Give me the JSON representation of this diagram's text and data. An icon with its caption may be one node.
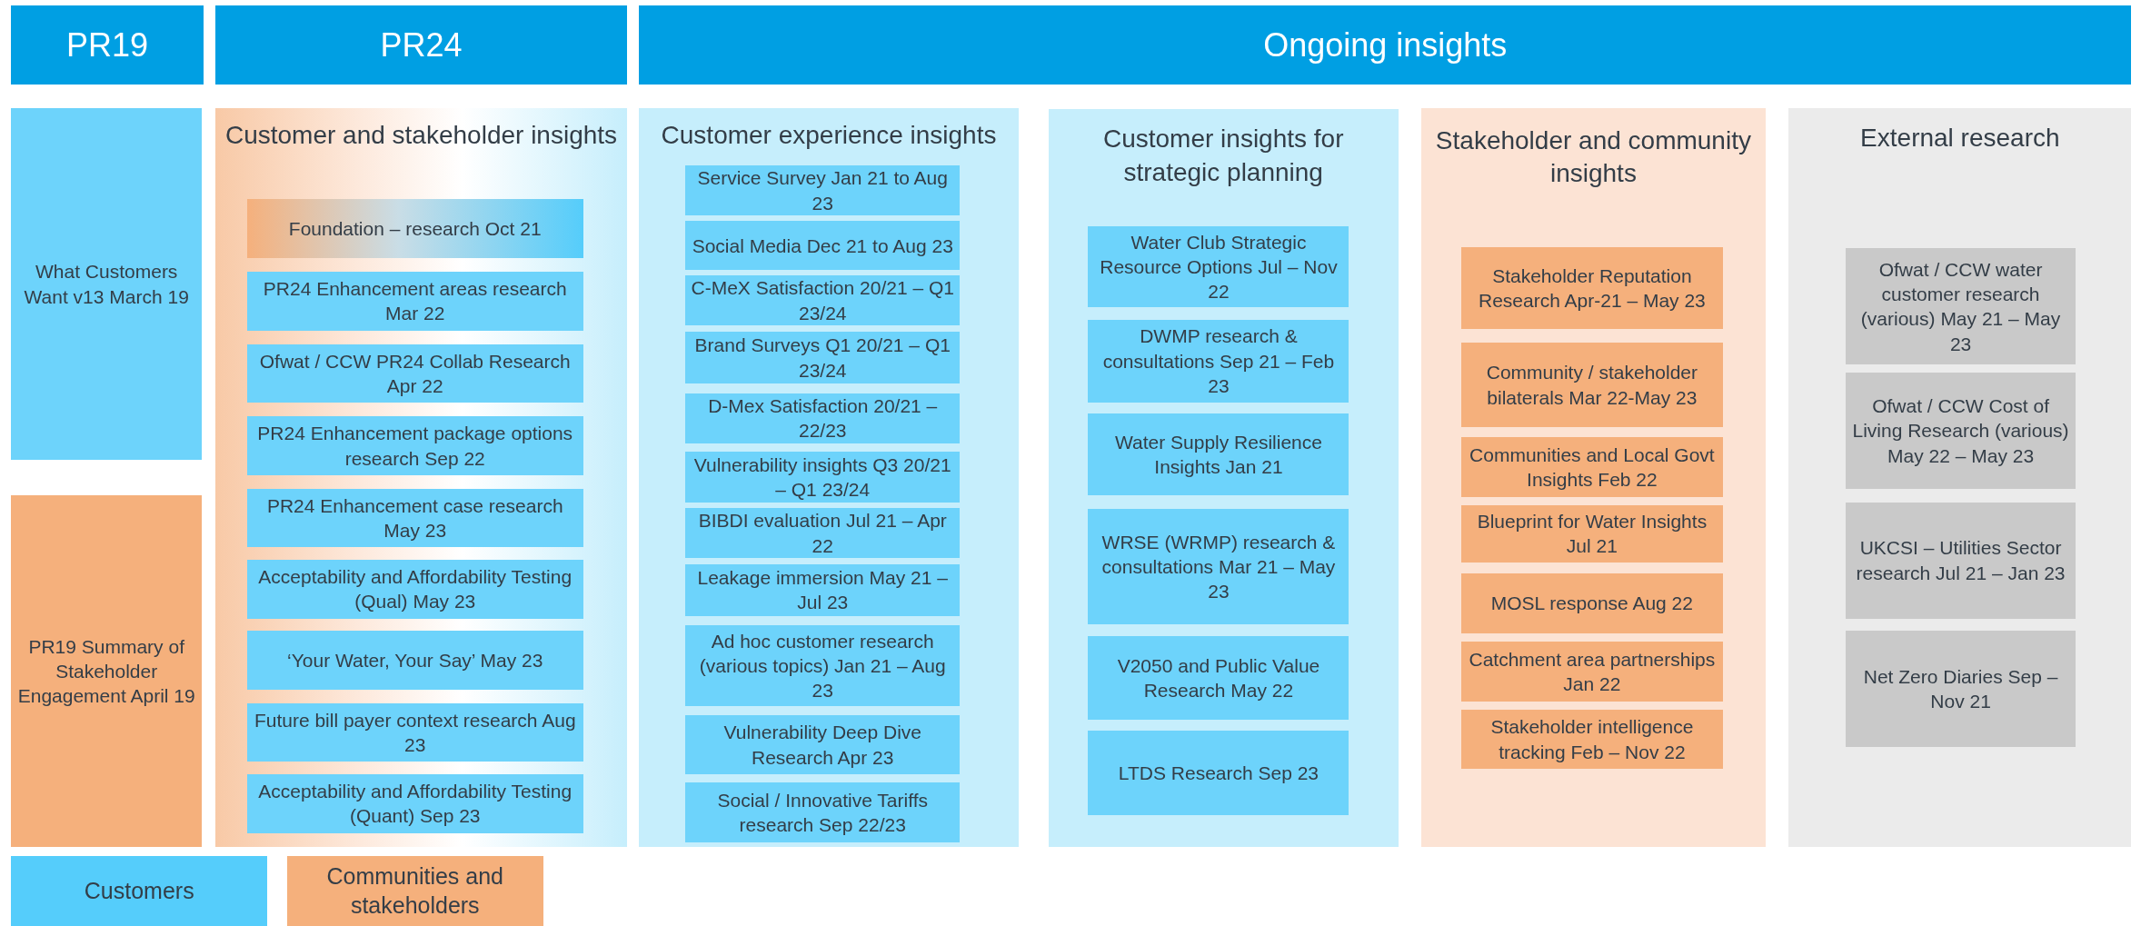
{
  "diagram": {
    "nodes": [
      {
        "text": [
          "PR19"
        ]
      },
      {
        "text": [
          "PR24"
        ]
      },
      {
        "text": [
          "Ongoing insights"
        ]
      },
      {
        "text": [
          "What Customers Want v13 March 19"
        ]
      },
      {
        "text": [
          "PR19 Summary of Stakeholder Engagement April 19"
        ]
      },
      {
        "text": [
          "Customer and stakeholder insights"
        ]
      },
      {
        "text": [
          "Foundation – research Oct 21"
        ],
        "in": 5
      },
      {
        "text": [
          "PR24 Enhancement areas research Mar 22"
        ],
        "in": 5
      },
      {
        "text": [
          "Ofwat / CCW PR24 Collab Research Apr 22"
        ],
        "in": 5
      },
      {
        "text": [
          "PR24 Enhancement package options research Sep 22"
        ],
        "in": 5
      },
      {
        "text": [
          "PR24 Enhancement case research May 23"
        ],
        "in": 5
      },
      {
        "text": [
          "Acceptability and Affordability Testing (Qual) May 23"
        ],
        "in": 5
      },
      {
        "text": [
          "‘Your Water, Your Say’ May 23"
        ],
        "in": 5
      },
      {
        "text": [
          "Future bill payer context research Aug 23"
        ],
        "in": 5
      },
      {
        "text": [
          "Acceptability and Affordability Testing (Quant) Sep 23"
        ],
        "in": 5
      },
      {
        "text": [
          "Customer experience insights"
        ]
      },
      {
        "text": [
          "Service Survey Jan 21 to Aug 23"
        ],
        "in": 15
      },
      {
        "text": [
          "Social Media Dec 21 to Aug 23"
        ],
        "in": 15
      },
      {
        "text": [
          "C-MeX Satisfaction 20/21 – Q1 23/24"
        ],
        "in": 15
      },
      {
        "text": [
          "Brand Surveys Q1 20/21 – Q1 23/24"
        ],
        "in": 15
      },
      {
        "text": [
          "D-Mex Satisfaction 20/21 – 22/23"
        ],
        "in": 15
      },
      {
        "text": [
          "Vulnerability insights Q3 20/21 – Q1 23/24"
        ],
        "in": 15
      },
      {
        "text": [
          "BIBDI evaluation Jul 21 – Apr 22"
        ],
        "in": 15
      },
      {
        "text": [
          "Leakage immersion May 21 – Jul 23"
        ],
        "in": 15
      },
      {
        "text": [
          "Ad hoc customer research (various topics) Jan 21 – Aug 23"
        ],
        "in": 15
      },
      {
        "text": [
          "Vulnerability Deep Dive Research Apr 23"
        ],
        "in": 15
      },
      {
        "text": [
          "Social / Innovative Tariffs research Sep 22/23"
        ],
        "in": 15
      },
      {
        "text": [
          "Customer insights for strategic planning"
        ]
      },
      {
        "text": [
          "Water Club Strategic Resource Options  Jul – Nov 22"
        ],
        "in": 27
      },
      {
        "text": [
          "DWMP research & consultations Sep 21 – Feb 23"
        ],
        "in": 27
      },
      {
        "text": [
          "Water Supply Resilience Insights Jan 21"
        ],
        "in": 27
      },
      {
        "text": [
          "WRSE (WRMP) research & consultations Mar 21 – May 23"
        ],
        "in": 27
      },
      {
        "text": [
          "V2050 and Public Value Research May 22"
        ],
        "in": 27
      },
      {
        "text": [
          "LTDS Research Sep 23"
        ],
        "in": 27
      },
      {
        "text": [
          "Stakeholder and community insights"
        ]
      },
      {
        "text": [
          "Stakeholder Reputation Research Apr-21 – May 23"
        ],
        "in": 34
      },
      {
        "text": [
          "Community / stakeholder bilaterals Mar 22-May 23"
        ],
        "in": 34
      },
      {
        "text": [
          "Communities and Local Govt Insights Feb 22"
        ],
        "in": 34
      },
      {
        "text": [
          "Blueprint for Water Insights Jul 21"
        ],
        "in": 34
      },
      {
        "text": [
          "MOSL response Aug 22"
        ],
        "in": 34
      },
      {
        "text": [
          "Catchment area partnerships Jan 22"
        ],
        "in": 34
      },
      {
        "text": [
          "Stakeholder intelligence tracking Feb – Nov 22"
        ],
        "in": 34
      },
      {
        "text": [
          "External research"
        ]
      },
      {
        "text": [
          "Ofwat / CCW water customer research (various) May 21 – May 23"
        ],
        "in": 42
      },
      {
        "text": [
          "Ofwat / CCW Cost of Living Research (various) May 22 – May 23"
        ],
        "in": 42
      },
      {
        "text": [
          "UKCSI – Utilities Sector research Jul 21 – Jan 23"
        ],
        "in": 42
      },
      {
        "text": [
          "Net Zero Diaries Sep – Nov 21"
        ],
        "in": 42
      }
    ],
    "legend": [
      {
        "text": "Customers",
        "color": "#55cdfb"
      },
      {
        "text": "Communities and stakeholders",
        "color": "#f5b07c"
      }
    ]
  }
}
